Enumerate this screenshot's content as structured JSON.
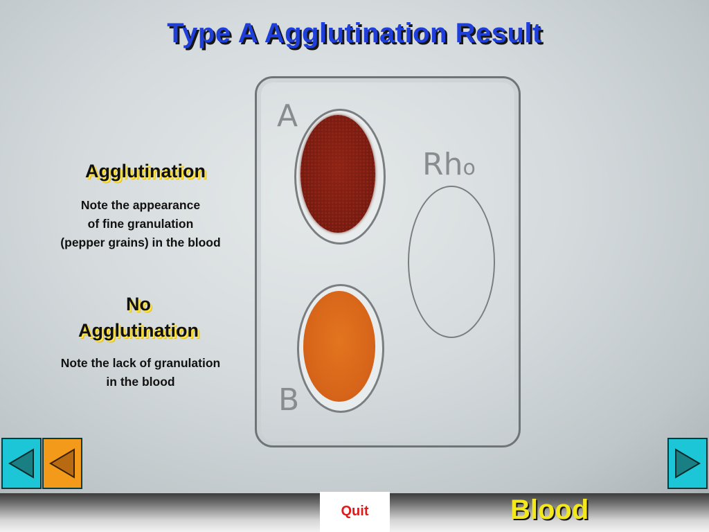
{
  "slide": {
    "title": "Type A  Agglutination Result"
  },
  "agglutination": {
    "heading": "Agglutination",
    "note_line1": "Note the appearance",
    "note_line2": "of fine granulation",
    "note_line3": "(pepper grains) in the blood"
  },
  "no_agglutination": {
    "heading_line1": "No",
    "heading_line2": "Agglutination",
    "note_line1": "Note the lack of granulation",
    "note_line2": "in the blood"
  },
  "card": {
    "label_a": "A",
    "label_b": "B",
    "label_rh": "Rh",
    "label_rh_sub": "o"
  },
  "navigation": {
    "back_icon": "triangle-left-icon",
    "return_icon": "triangle-left-icon",
    "forward_icon": "triangle-right-icon",
    "quit_label": "Quit"
  },
  "footer": {
    "section_label": "Blood"
  },
  "colors": {
    "title": "#1f3fd8",
    "heading_shadow": "#ffe74a",
    "nav_cyan": "#1cc6d6",
    "nav_orange": "#f39a1a",
    "quit_text": "#e01a1a",
    "section_label": "#f3e81e",
    "blood_agglutinated": "#7a1d12",
    "blood_clear": "#d8661a"
  }
}
